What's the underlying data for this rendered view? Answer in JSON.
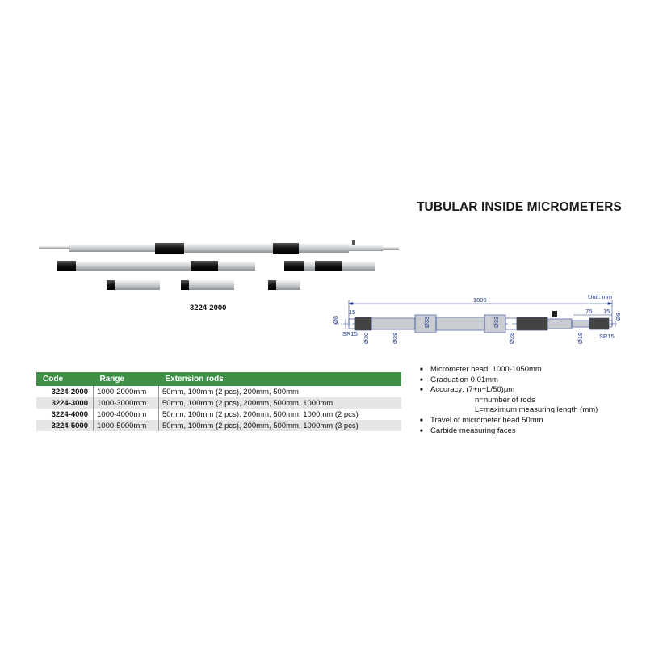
{
  "title": "TUBULAR INSIDE MICROMETERS",
  "model_caption": "3224-2000",
  "drawing": {
    "unit": "Unit: mm",
    "length": "1000",
    "dims": [
      "15",
      "Ø8",
      "SR15",
      "Ø20",
      "Ø28",
      "Ø33",
      "Ø33",
      "Ø28",
      "75",
      "15",
      "Ø18",
      "Ø8",
      "SR15"
    ]
  },
  "table": {
    "headers": [
      "Code",
      "Range",
      "Extension rods"
    ],
    "rows": [
      [
        "3224-2000",
        "1000-2000mm",
        "50mm, 100mm (2 pcs), 200mm, 500mm"
      ],
      [
        "3224-3000",
        "1000-3000mm",
        "50mm, 100mm (2 pcs), 200mm, 500mm, 1000mm"
      ],
      [
        "3224-4000",
        "1000-4000mm",
        "50mm, 100mm (2 pcs), 200mm, 500mm, 1000mm (2 pcs)"
      ],
      [
        "3224-5000",
        "1000-5000mm",
        "50mm, 100mm (2 pcs), 200mm, 500mm, 1000mm (3 pcs)"
      ]
    ],
    "header_color": "#3f8f47"
  },
  "features": [
    "Micrometer head: 1000-1050mm",
    "Graduation 0.01mm",
    "Accuracy: (7+n+L/50)μm",
    "n=number of rods",
    "L=maximum measuring length (mm)",
    "Travel of micrometer head 50mm",
    "Carbide measuring faces"
  ]
}
